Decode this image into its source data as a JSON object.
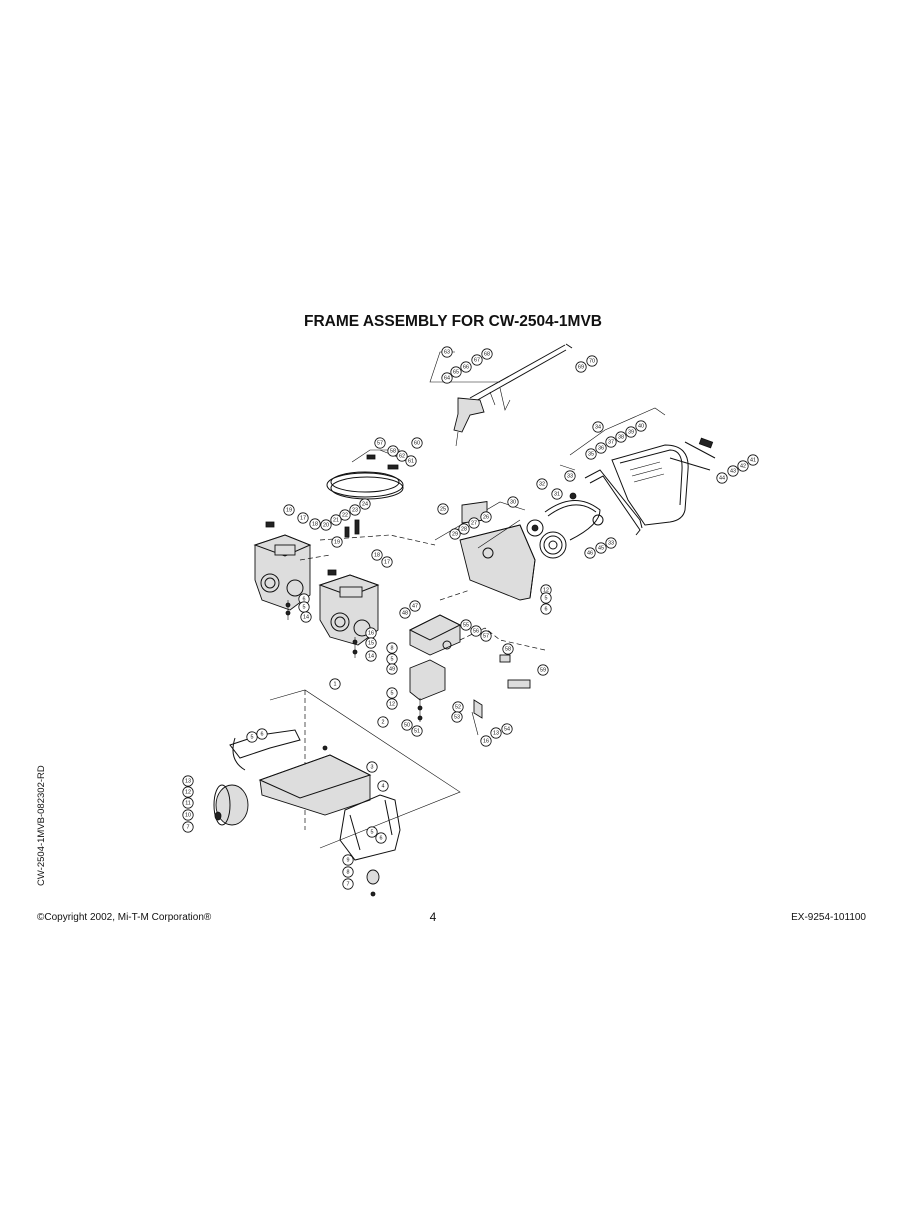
{
  "title": "FRAME ASSEMBLY FOR CW-2504-1MVB",
  "footer": {
    "copyright": "©Copyright 2002, Mi-T-M Corporation®",
    "page_number": "4",
    "doc_code": "EX-9254-101100"
  },
  "side_code": "CW-2504-1MVB-082302-RD",
  "callouts": [
    {
      "n": "63"
    },
    {
      "n": "68"
    },
    {
      "n": "70"
    },
    {
      "n": "69"
    },
    {
      "n": "67"
    },
    {
      "n": "66"
    },
    {
      "n": "65"
    },
    {
      "n": "64"
    },
    {
      "n": "57"
    },
    {
      "n": "60"
    },
    {
      "n": "58"
    },
    {
      "n": "62"
    },
    {
      "n": "61"
    },
    {
      "n": "34"
    },
    {
      "n": "40"
    },
    {
      "n": "39"
    },
    {
      "n": "38"
    },
    {
      "n": "37"
    },
    {
      "n": "36"
    },
    {
      "n": "35"
    },
    {
      "n": "41"
    },
    {
      "n": "42"
    },
    {
      "n": "43"
    },
    {
      "n": "44"
    },
    {
      "n": "33"
    },
    {
      "n": "32"
    },
    {
      "n": "31"
    },
    {
      "n": "30"
    },
    {
      "n": "45"
    },
    {
      "n": "33"
    },
    {
      "n": "46"
    },
    {
      "n": "25"
    },
    {
      "n": "26"
    },
    {
      "n": "27"
    },
    {
      "n": "28"
    },
    {
      "n": "29"
    },
    {
      "n": "24"
    },
    {
      "n": "23"
    },
    {
      "n": "22"
    },
    {
      "n": "21"
    },
    {
      "n": "20"
    },
    {
      "n": "19"
    },
    {
      "n": "17"
    },
    {
      "n": "18"
    },
    {
      "n": "19"
    },
    {
      "n": "18"
    },
    {
      "n": "17"
    },
    {
      "n": "6"
    },
    {
      "n": "5"
    },
    {
      "n": "14"
    },
    {
      "n": "16"
    },
    {
      "n": "15"
    },
    {
      "n": "14"
    },
    {
      "n": "12"
    },
    {
      "n": "5"
    },
    {
      "n": "6"
    },
    {
      "n": "47"
    },
    {
      "n": "48"
    },
    {
      "n": "55"
    },
    {
      "n": "56"
    },
    {
      "n": "57"
    },
    {
      "n": "58"
    },
    {
      "n": "59"
    },
    {
      "n": "8"
    },
    {
      "n": "5"
    },
    {
      "n": "49"
    },
    {
      "n": "5"
    },
    {
      "n": "12"
    },
    {
      "n": "50"
    },
    {
      "n": "51"
    },
    {
      "n": "52"
    },
    {
      "n": "53"
    },
    {
      "n": "13"
    },
    {
      "n": "54"
    },
    {
      "n": "16"
    },
    {
      "n": "1"
    },
    {
      "n": "2"
    },
    {
      "n": "3"
    },
    {
      "n": "4"
    },
    {
      "n": "5"
    },
    {
      "n": "6"
    },
    {
      "n": "13"
    },
    {
      "n": "12"
    },
    {
      "n": "11"
    },
    {
      "n": "10"
    },
    {
      "n": "7"
    },
    {
      "n": "5"
    },
    {
      "n": "6"
    },
    {
      "n": "9"
    },
    {
      "n": "8"
    },
    {
      "n": "7"
    }
  ]
}
